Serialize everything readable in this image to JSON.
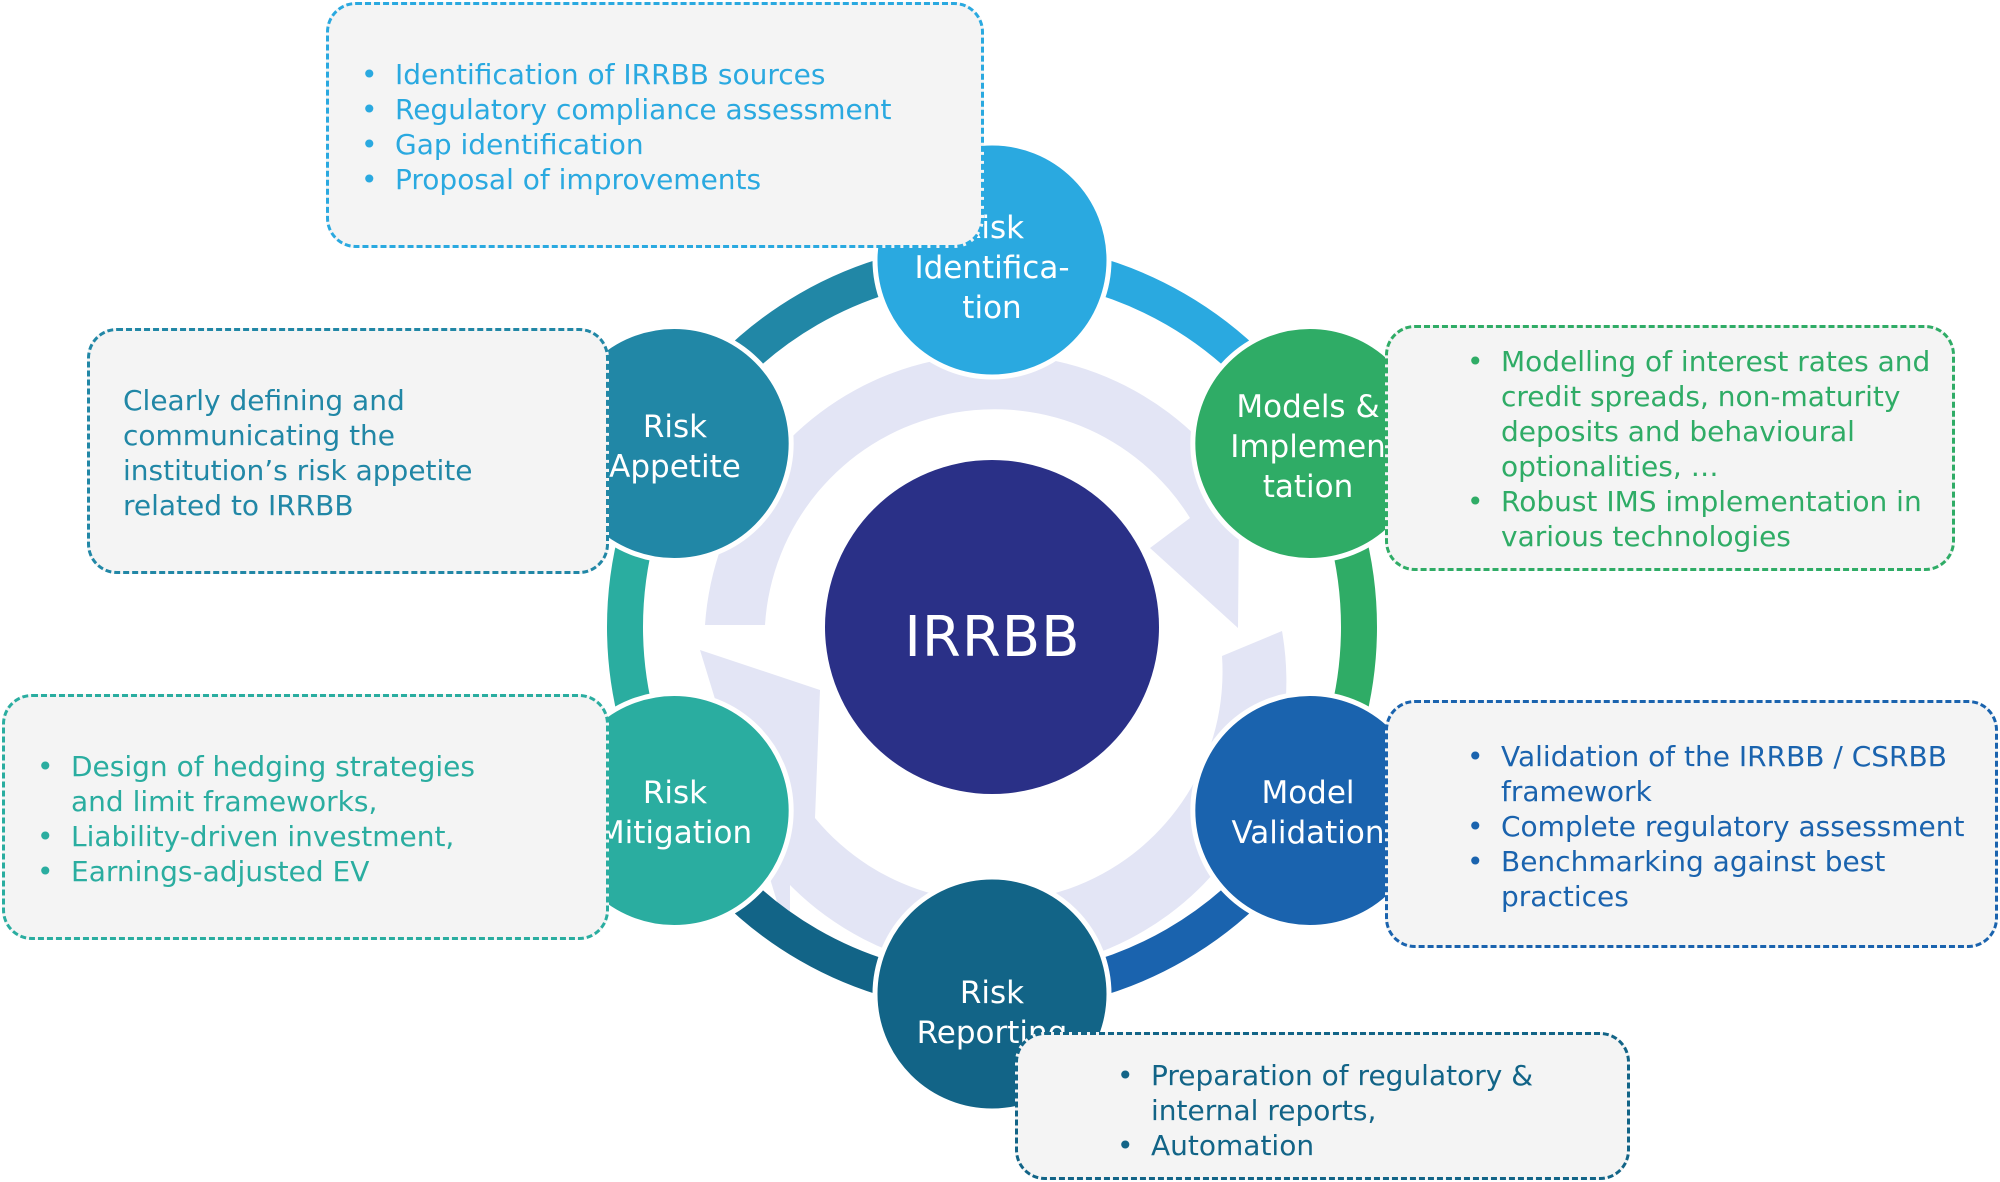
{
  "center": {
    "label": "IRRBB",
    "color": "#2a3087"
  },
  "nodes": [
    {
      "id": "risk-identification",
      "label": "Risk\nIdentifica-\ntion",
      "color": "#2aa9e0"
    },
    {
      "id": "models-implementation",
      "label": "Models &\nImplemen\ntation",
      "color": "#2fac66"
    },
    {
      "id": "model-validation",
      "label": "Model\nValidation",
      "color": "#1a63ae"
    },
    {
      "id": "risk-reporting",
      "label": "Risk\nReporting",
      "color": "#126487"
    },
    {
      "id": "risk-mitigation",
      "label": "Risk\nMitigation",
      "color": "#2aada0"
    },
    {
      "id": "risk-appetite",
      "label": "Risk\nAppetite",
      "color": "#2187a6"
    }
  ],
  "boxes": {
    "risk_identification": {
      "color": "#2aa9e0",
      "items": [
        "Identification of IRRBB sources",
        "Regulatory compliance assessment",
        "Gap identification",
        "Proposal of improvements"
      ]
    },
    "models_implementation": {
      "color": "#2fac66",
      "items": [
        "Modelling of interest rates and\ncredit spreads, non-maturity\ndeposits and behavioural\noptionalities, …",
        "Robust IMS implementation in\nvarious technologies"
      ]
    },
    "model_validation": {
      "color": "#1a63ae",
      "items": [
        "Validation of the IRRBB / CSRBB\nframework",
        "Complete regulatory assessment",
        "Benchmarking against best\npractices"
      ]
    },
    "risk_reporting": {
      "color": "#126487",
      "items": [
        "Preparation of regulatory &\ninternal reports,",
        "Automation"
      ]
    },
    "risk_mitigation": {
      "color": "#2aada0",
      "items": [
        "Design of hedging strategies\nand limit frameworks,",
        "Liability-driven investment,",
        "Earnings-adjusted EV"
      ]
    },
    "risk_appetite": {
      "color": "#2187a6",
      "text": "Clearly defining and\ncommunicating the\ninstitution’s risk appetite\nrelated to IRRBB"
    }
  },
  "colors": {
    "cycle_arrows": "#e3e5f5",
    "box_background": "#f4f4f4"
  }
}
